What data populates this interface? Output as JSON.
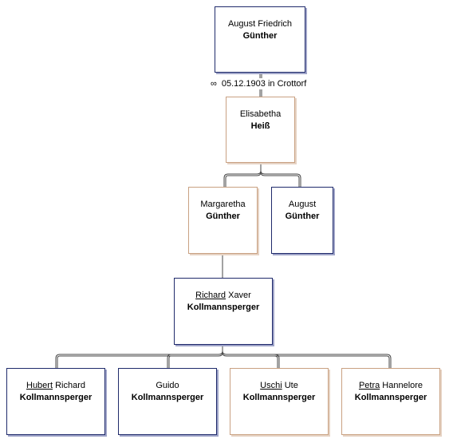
{
  "tree": {
    "marriage": {
      "symbol": "∞",
      "label": "05.12.1903 in Crottorf"
    },
    "people": {
      "august_friedrich": {
        "nick": "",
        "given": "August Friedrich",
        "surname": "Günther",
        "sex": "male"
      },
      "elisabetha": {
        "nick": "",
        "given": "Elisabetha",
        "surname": "Heiß",
        "sex": "female"
      },
      "margaretha": {
        "nick": "",
        "given": "Margaretha",
        "surname": "Günther",
        "sex": "female"
      },
      "august": {
        "nick": "",
        "given": "August",
        "surname": "Günther",
        "sex": "male"
      },
      "richard": {
        "nick": "Richard",
        "given": " Xaver",
        "surname": "Kollmannsperger",
        "sex": "male"
      },
      "hubert": {
        "nick": "Hubert",
        "given": " Richard",
        "surname": "Kollmannsperger",
        "sex": "male"
      },
      "guido": {
        "nick": "",
        "given": "Guido",
        "surname": "Kollmannsperger",
        "sex": "male"
      },
      "uschi": {
        "nick": "Uschi",
        "given": " Ute",
        "surname": "Kollmannsperger",
        "sex": "female"
      },
      "petra": {
        "nick": "Petra",
        "given": " Hannelore",
        "surname": "Kollmannsperger",
        "sex": "female"
      }
    }
  }
}
